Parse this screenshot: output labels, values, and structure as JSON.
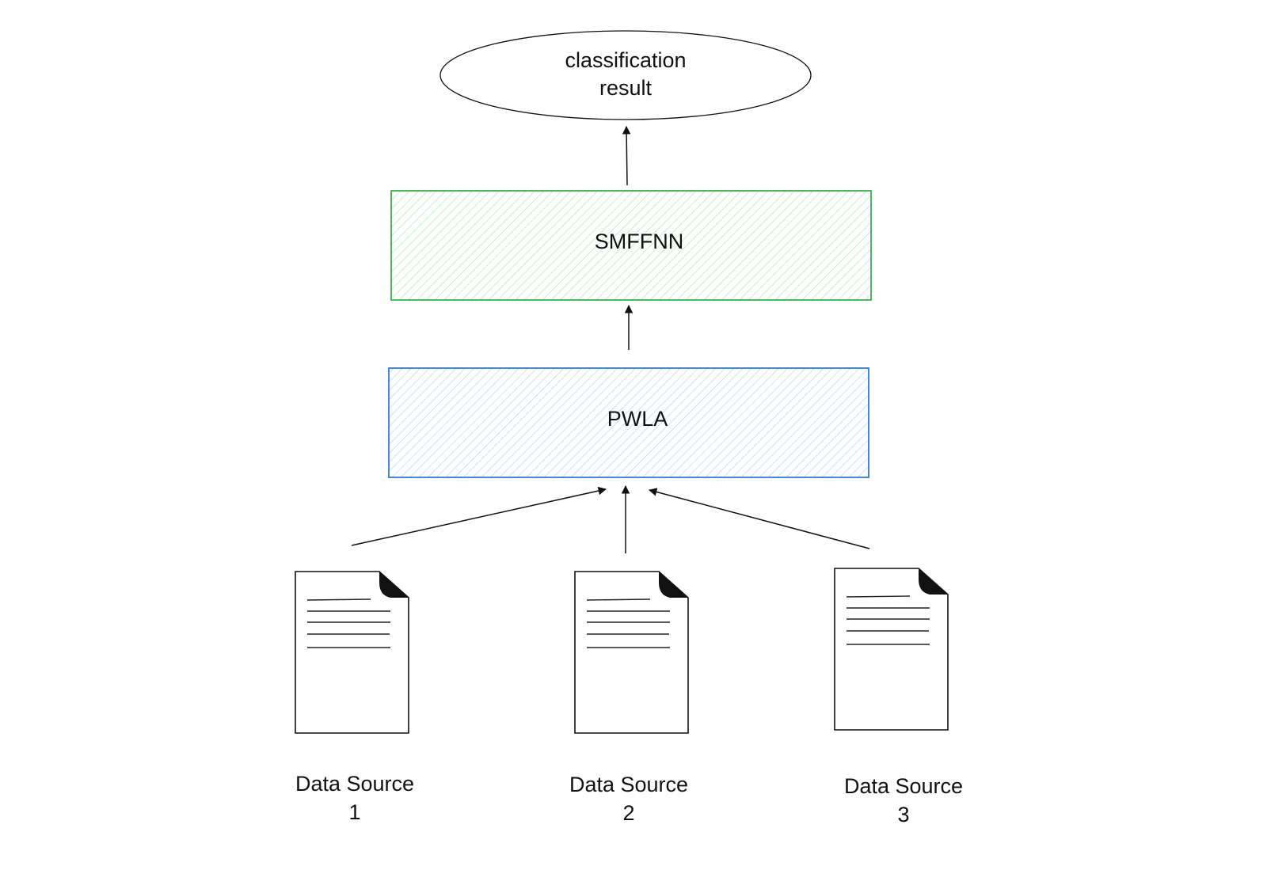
{
  "diagram": {
    "nodes": {
      "result": {
        "line1": "classification",
        "line2": "result"
      },
      "smffnn": {
        "label": "SMFFNN",
        "stroke": "#2eaa3c",
        "hatch": "#9ee0a6"
      },
      "pwla": {
        "label": "PWLA",
        "stroke": "#2f79c8",
        "hatch": "#9fcdf0"
      },
      "sources": [
        {
          "line1": "Data Source",
          "line2": "1"
        },
        {
          "line1": "Data Source",
          "line2": "2"
        },
        {
          "line1": "Data Source",
          "line2": "3"
        }
      ]
    },
    "edges": [
      {
        "from": "sources.0",
        "to": "pwla"
      },
      {
        "from": "sources.1",
        "to": "pwla"
      },
      {
        "from": "sources.2",
        "to": "pwla"
      },
      {
        "from": "pwla",
        "to": "smffnn"
      },
      {
        "from": "smffnn",
        "to": "result"
      }
    ]
  }
}
